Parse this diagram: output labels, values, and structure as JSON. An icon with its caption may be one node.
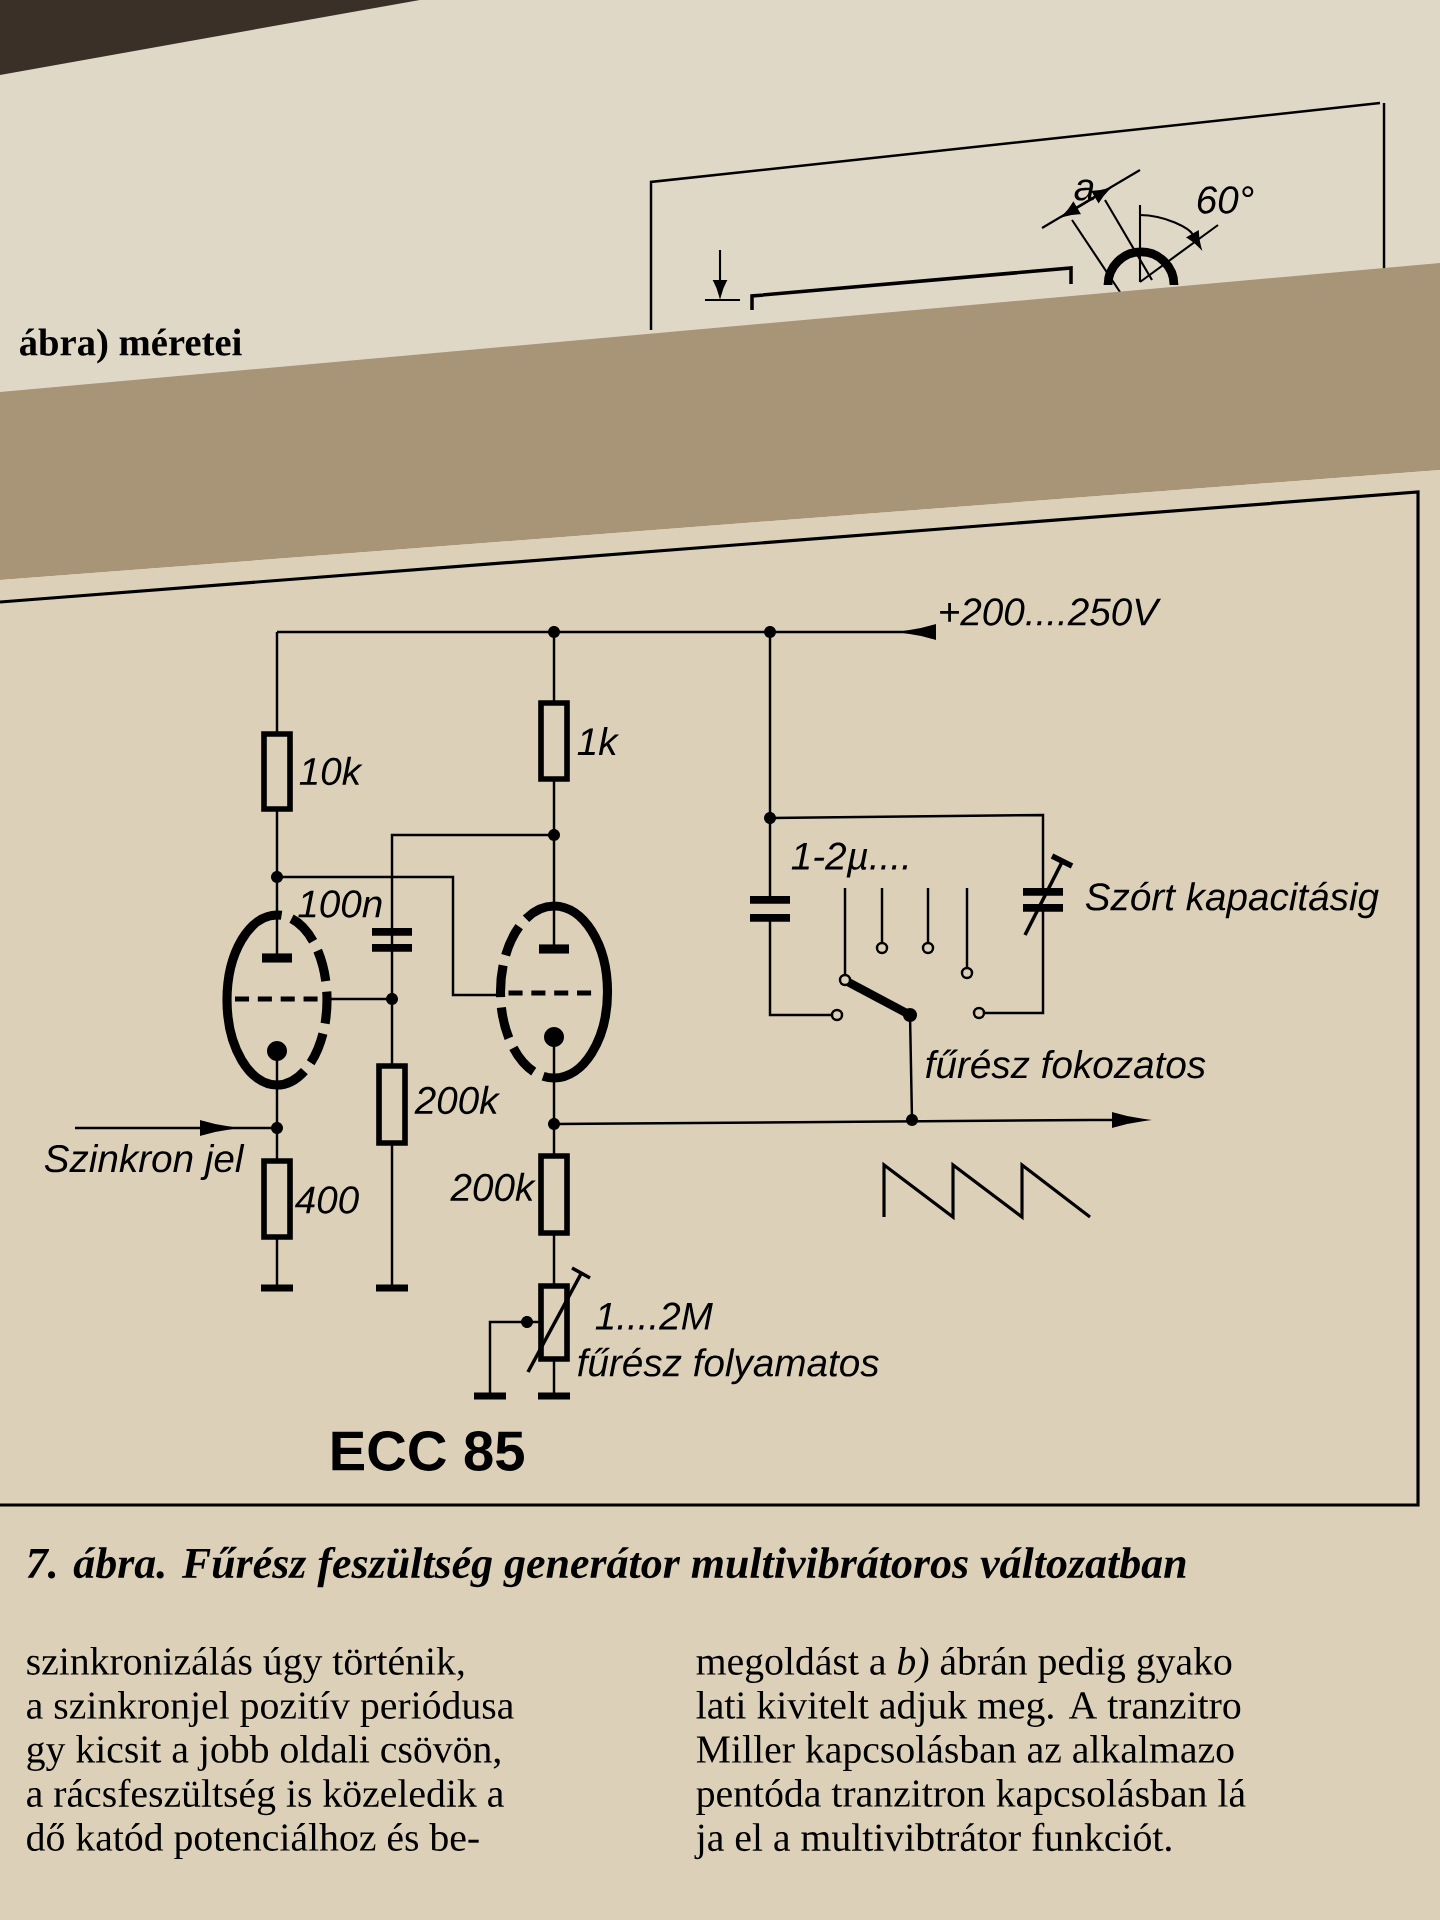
{
  "diagram": {
    "caption": "7. ábra. Fűrész feszültség generátor multivibrátoros változatban",
    "labels": [
      "a",
      "60°",
      "ábra) méretei",
      "+200....250V",
      "10k",
      "1k",
      "1-2µ....",
      "Szórt kapacitásig",
      "100n",
      "fűrész fokozatos",
      "200k",
      "Szinkron jel",
      "400",
      "200k",
      "1....2M",
      "fűrész folyamatos",
      "ECC 85",
      "szinkronizálás úgy történik,",
      "a szinkronjel pozitív periódusa",
      "gy kicsit a jobb oldali csövön,",
      "a rácsfeszültség is közeledik a",
      "dő katód potenciálhoz és be-",
      "megoldást a *b)* ábrán pedig gyako",
      "lati kivitelt adjuk meg. A tranzitro",
      "Miller kapcsolásban az alkalmazo",
      "pentóda tranzitron kapcsolásban lá",
      "ja el a multivibtrátor funkciót."
    ]
  }
}
